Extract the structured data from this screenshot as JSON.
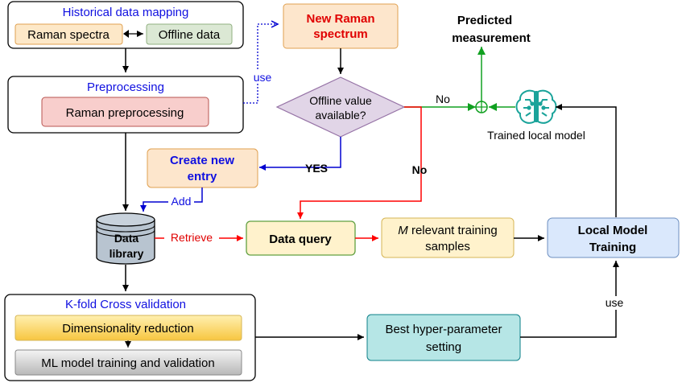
{
  "historical": {
    "title": "Historical data mapping",
    "raman_spectra": "Raman spectra",
    "offline_data": "Offline data"
  },
  "preprocessing": {
    "title": "Preprocessing",
    "raman_preprocessing": "Raman preprocessing"
  },
  "new_raman": {
    "line1": "New Raman",
    "line2": "spectrum"
  },
  "decision": {
    "line1": "Offline value",
    "line2": "available?"
  },
  "predicted": {
    "line1": "Predicted",
    "line2": "measurement"
  },
  "trained_model_label": "Trained local model",
  "create_entry": {
    "line1": "Create new",
    "line2": "entry"
  },
  "data_library": {
    "line1": "Data",
    "line2": "library"
  },
  "data_query": "Data query",
  "m_samples": {
    "prefix": "M",
    "line1_rest": " relevant training",
    "line2": "samples"
  },
  "local_model": {
    "line1": "Local Model",
    "line2": "Training"
  },
  "kfold": {
    "title": "K-fold Cross validation",
    "dim_reduction": "Dimensionality reduction",
    "ml_training": "ML model training and validation"
  },
  "best_hyper": {
    "line1": "Best hyper-parameter",
    "line2": "setting"
  },
  "edge_labels": {
    "use_top": "use",
    "no_green": "No",
    "yes": "YES",
    "no_red": "No",
    "add": "Add",
    "retrieve": "Retrieve",
    "use_bottom": "use"
  },
  "icons": {
    "combine": "circle-plus-icon",
    "model": "brain-circuit-icon",
    "library": "cylinder-database-icon"
  },
  "colors": {
    "blue_text": "#1010e0",
    "red_text": "#e00000",
    "green_line": "#10a020",
    "red_line": "#ff0000",
    "blue_line": "#0000d0",
    "teal_icon": "#1aa39a"
  }
}
